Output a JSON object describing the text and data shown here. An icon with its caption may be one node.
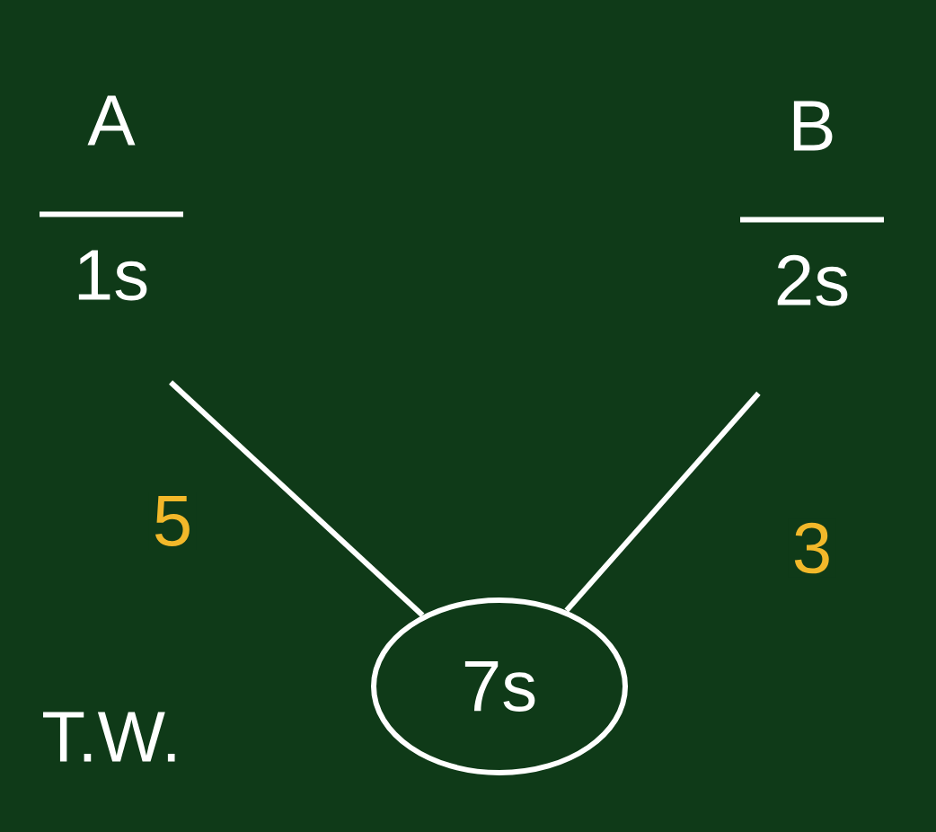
{
  "diagram": {
    "nodes": [
      {
        "text": [
          "A",
          "1s"
        ]
      },
      {
        "text": [
          "B",
          "2s"
        ]
      },
      {
        "text": [
          "7s"
        ]
      }
    ],
    "edges": [
      {
        "from": 0,
        "to": 2,
        "arrow": "none",
        "label": "5"
      },
      {
        "from": 1,
        "to": 2,
        "arrow": "none",
        "label": "3"
      }
    ],
    "labels": [
      "T.W."
    ]
  }
}
